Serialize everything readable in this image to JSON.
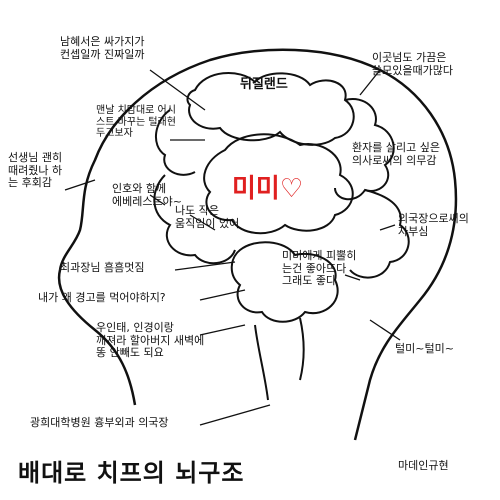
{
  "title": "배대로 치프의 뇌구조",
  "subtitle": "광희대학병원 흉부외과 의국장",
  "author": "마데인규현",
  "center_label": "미미♡",
  "regions": {
    "dwijil": "뒤질랜드",
    "save_patients": [
      "환자를 살리고 싶은",
      "의사로써의 의무감"
    ],
    "pride": [
      "의국장으로써의",
      "자부심"
    ],
    "mimi_angry": [
      "미미에게 피뿔히",
      "는건 좋아뜨다",
      "그래도 좋다"
    ],
    "teolmi": "털미~털미~",
    "occasionally": [
      "이곳넘도 가끔은",
      "쓸모있을때가많다"
    ],
    "namhyesu": [
      "남혜서은 싸가지가",
      "컨셉일까 진짜일까"
    ],
    "manual": [
      "맨날 치맘대로 어시",
      "스트 바꾸는 털래현",
      "두고보자"
    ],
    "sunbae": [
      "선생님 괜히",
      "때려줬나 하",
      "는 후회감"
    ],
    "inhowa": [
      "인호와 함께",
      "에베레스트야~"
    ],
    "na_do": [
      "나도 작은",
      "움직임이 있어"
    ],
    "choigwa": "최과장님 흠흠멋짐",
    "warning": "내가 왜 경고를 먹어야하지?",
    "wooin": [
      "우인태, 인경이랑",
      "깨져라  할아버지 새벽에",
      "똥 안빼도 되요"
    ]
  }
}
